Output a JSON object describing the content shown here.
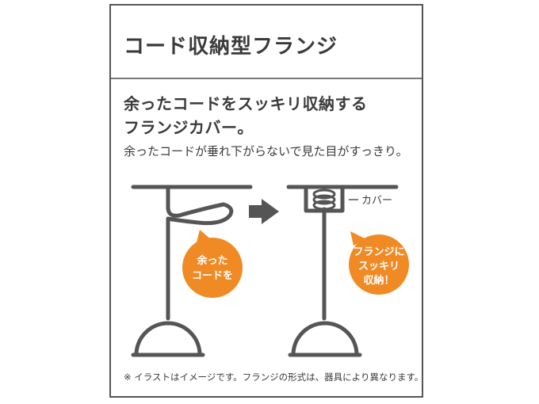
{
  "title": "コード収納型フランジ",
  "headline": [
    "余ったコードをスッキリ収納する",
    "フランジカバー。"
  ],
  "description": "余ったコードが垂れ下がらないで見た目がすっきり。",
  "cover_label": "カバー",
  "before_bubble": [
    "余った",
    "コードを"
  ],
  "after_bubble": [
    "フランジに",
    "スッキリ",
    "収納！"
  ],
  "footnote": "※ イラストはイメージです。フランジの形式は、器具により異なります。",
  "colors": {
    "accent": "#F08A24",
    "line": "#555555",
    "text": "#3a3a3a"
  }
}
